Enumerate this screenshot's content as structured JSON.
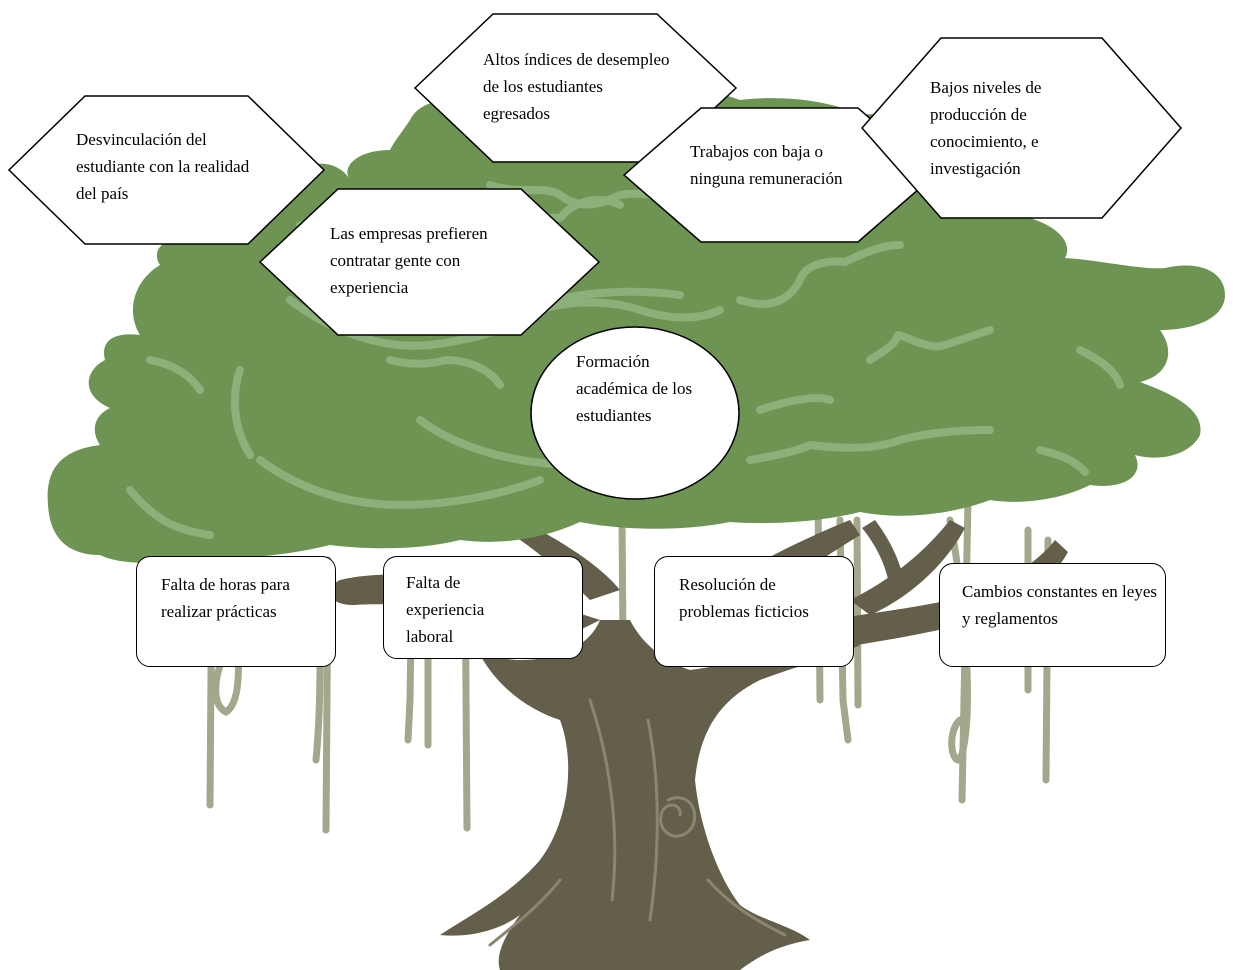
{
  "diagram": {
    "center": {
      "text": "Formación académica de los estudiantes"
    },
    "effects": [
      {
        "id": "desvinculacion",
        "text": "Desvinculación del estudiante con la realidad del país"
      },
      {
        "id": "desempleo",
        "text": "Altos índices de desempleo de los estudiantes egresados"
      },
      {
        "id": "trabajos",
        "text": "Trabajos con baja o ninguna remuneración"
      },
      {
        "id": "investigacion",
        "text": "Bajos niveles de producción de conocimiento, e investigación"
      },
      {
        "id": "empresas",
        "text": "Las empresas prefieren contratar gente con experiencia"
      }
    ],
    "causes": [
      {
        "id": "horas",
        "text": "Falta de horas para realizar prácticas"
      },
      {
        "id": "experiencia",
        "text": "Falta de experiencia laboral"
      },
      {
        "id": "problemas",
        "text": "Resolución de problemas ficticios"
      },
      {
        "id": "leyes",
        "text": "Cambios constantes en leyes y reglamentos"
      }
    ]
  },
  "colors": {
    "foliage": "#6d9452",
    "foliage_highlight": "#8cb07a",
    "trunk": "#635f4a",
    "trunk_line": "#8a8670",
    "roots": "#a3a78b",
    "outline": "#000000",
    "fill": "#ffffff"
  }
}
